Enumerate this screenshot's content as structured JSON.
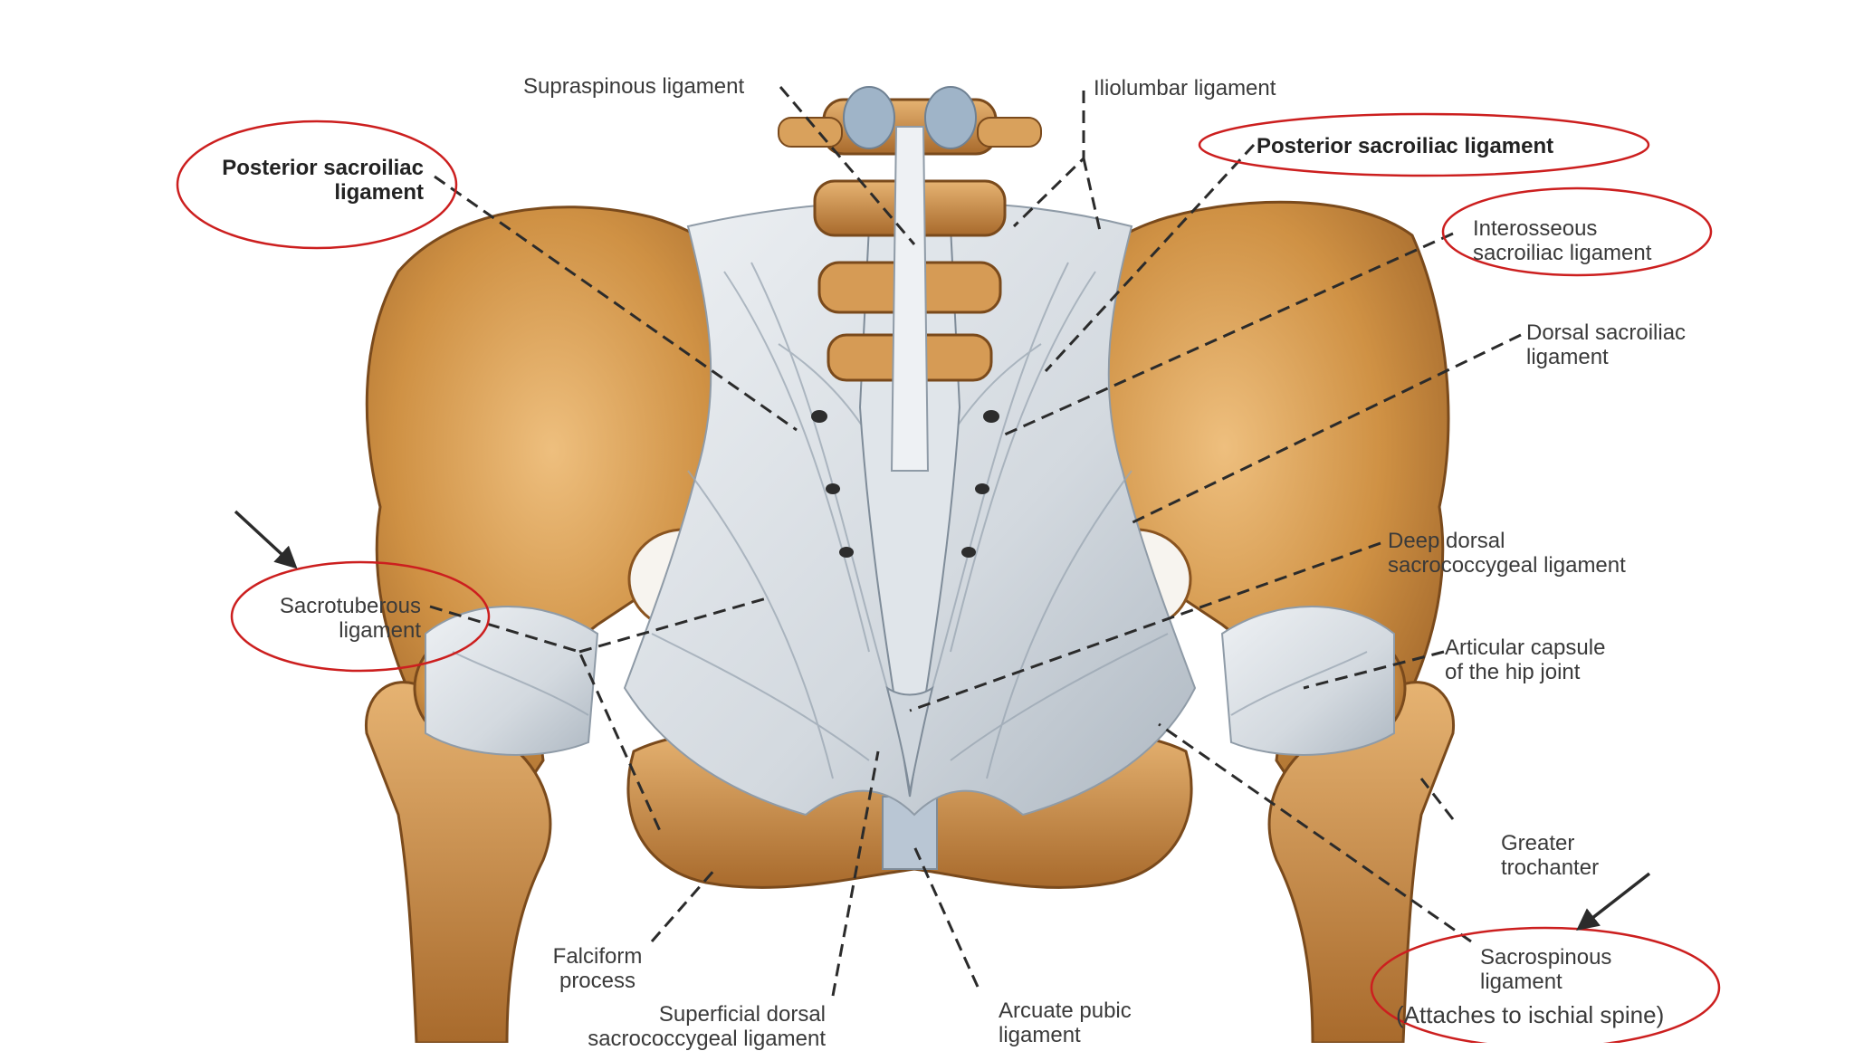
{
  "labels": {
    "supraspinous": "Supraspinous ligament",
    "iliolumbar": "Iliolumbar ligament",
    "posterior_left": [
      "Posterior sacroiliac",
      "ligament"
    ],
    "posterior_right": "Posterior sacroiliac ligament",
    "interosseous": [
      "Interosseous",
      "sacroiliac ligament"
    ],
    "dorsal_si": [
      "Dorsal sacroiliac",
      "ligament"
    ],
    "deep_dorsal": [
      "Deep dorsal",
      "sacrococcygeal ligament"
    ],
    "articular": [
      "Articular capsule",
      "of the hip joint"
    ],
    "sacrotuberous": [
      "Sacrotuberous",
      "ligament"
    ],
    "greater_troch": [
      "Greater",
      "trochanter"
    ],
    "sacrospinous": [
      "Sacrospinous",
      "ligament"
    ],
    "sacrospinous_note": "(Attaches to ischial spine)",
    "falciform": [
      "Falciform",
      "process"
    ],
    "superficial": [
      "Superficial dorsal",
      "sacrococcygeal ligament"
    ],
    "arcuate": [
      "Arcuate pubic",
      "ligament"
    ]
  },
  "colors": {
    "bone": "#c98a3e",
    "bone_light": "#e7b977",
    "bone_dark": "#8a5420",
    "ligament": "#d9dee3",
    "ligament_shade": "#a9b3bd",
    "highlight_ellipse": "#cc1f1f",
    "leader_line": "#2b2b2b"
  },
  "icons": {
    "pointer_arrows": "arrow-icon"
  }
}
